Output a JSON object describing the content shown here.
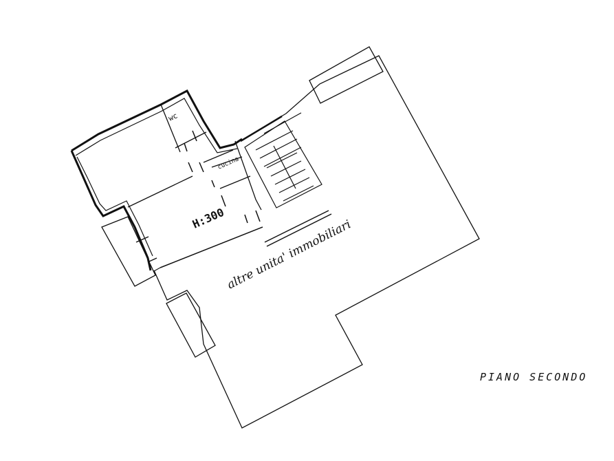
{
  "floor_label": "PIANO SECONDO",
  "labels": {
    "wc": "wc",
    "kitchen": "cucina",
    "height": "H:300",
    "other_units": "altre unita' immobiliari"
  }
}
